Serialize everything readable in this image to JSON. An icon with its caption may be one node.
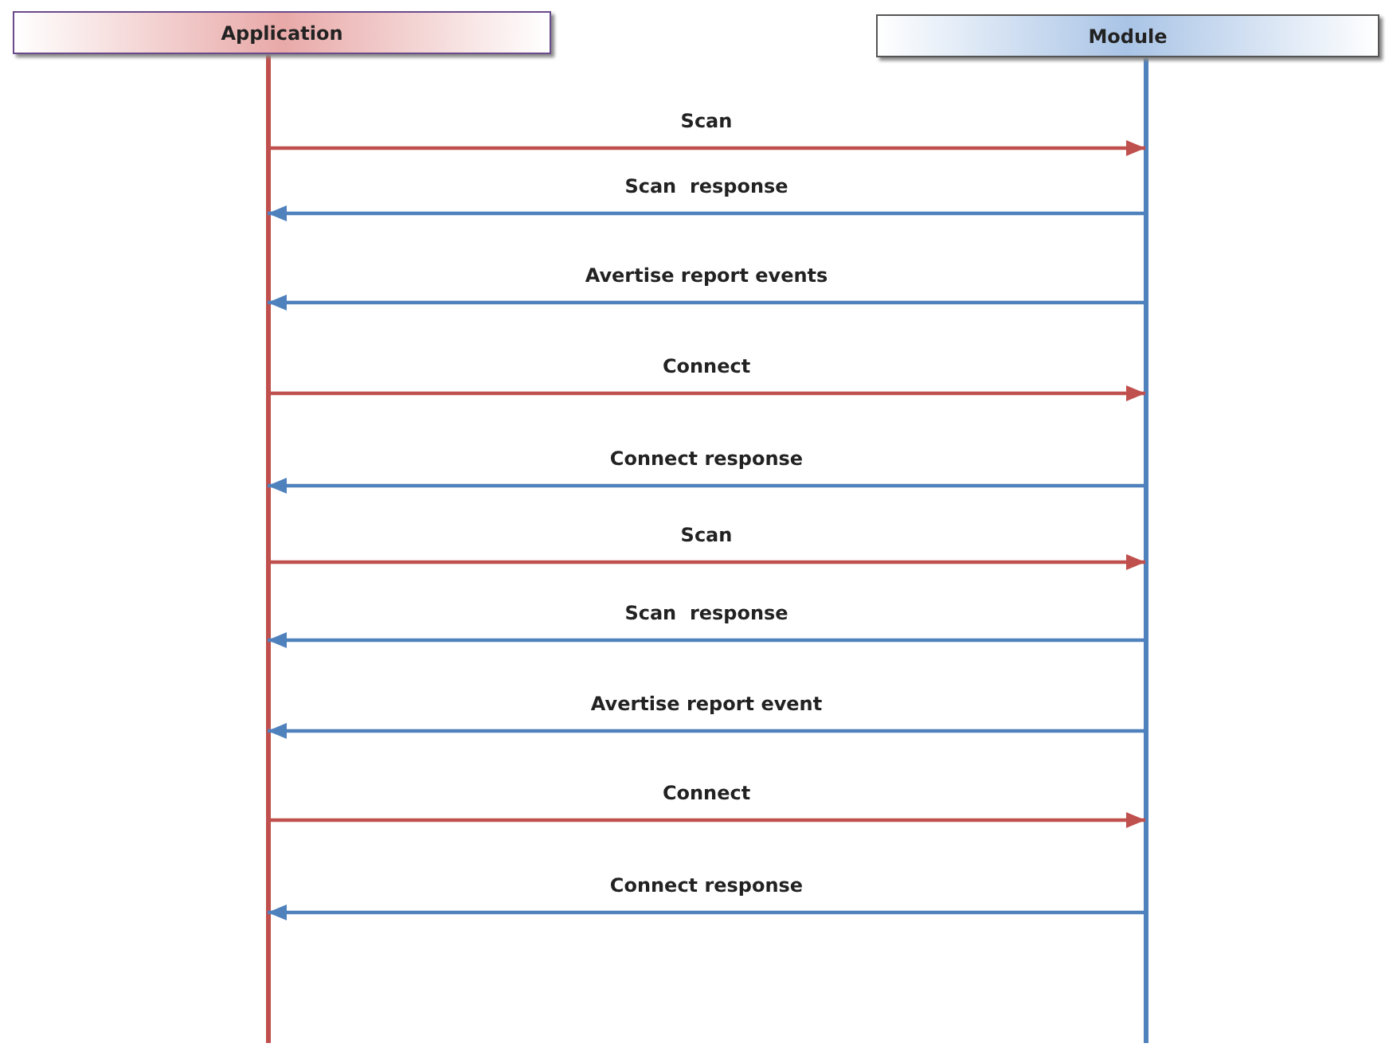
{
  "diagram": {
    "nodes": [
      {
        "text": [
          "Application"
        ]
      },
      {
        "text": [
          "Module"
        ]
      }
    ],
    "edges": [
      {
        "from": 0,
        "to": 1,
        "arrow": "to",
        "label": "Scan",
        "color": "#c0504d"
      },
      {
        "from": 1,
        "to": 0,
        "arrow": "to",
        "label": "Scan  response",
        "color": "#4f81bd"
      },
      {
        "from": 1,
        "to": 0,
        "arrow": "to",
        "label": "Avertise report events",
        "color": "#4f81bd"
      },
      {
        "from": 0,
        "to": 1,
        "arrow": "to",
        "label": "Connect",
        "color": "#c0504d"
      },
      {
        "from": 1,
        "to": 0,
        "arrow": "to",
        "label": "Connect response",
        "color": "#4f81bd"
      },
      {
        "from": 0,
        "to": 1,
        "arrow": "to",
        "label": "Scan",
        "color": "#c0504d"
      },
      {
        "from": 1,
        "to": 0,
        "arrow": "to",
        "label": "Scan  response",
        "color": "#4f81bd"
      },
      {
        "from": 1,
        "to": 0,
        "arrow": "to",
        "label": "Avertise report event",
        "color": "#4f81bd"
      },
      {
        "from": 0,
        "to": 1,
        "arrow": "to",
        "label": "Connect",
        "color": "#c0504d"
      },
      {
        "from": 1,
        "to": 0,
        "arrow": "to",
        "label": "Connect response",
        "color": "#4f81bd"
      }
    ]
  }
}
